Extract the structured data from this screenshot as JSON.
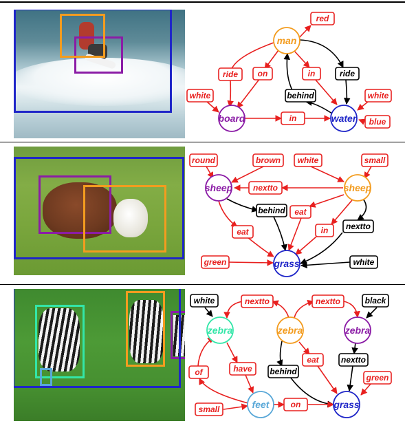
{
  "colors": {
    "red": "#e8201f",
    "orange": "#f39c1f",
    "purple": "#8b1ca6",
    "blue": "#1f26c8",
    "teal": "#33e6a8",
    "lightblue": "#5aa8d8",
    "black": "#000000"
  },
  "panels": [
    {
      "image_subject": "surfer on a board in ocean waves",
      "nodes": {
        "man": "man",
        "board": "board",
        "water": "water"
      },
      "attributes": {
        "red": "red",
        "white_board": "white",
        "white_water": "white",
        "blue": "blue"
      },
      "relations": {
        "ride1": "ride",
        "on": "on",
        "in1": "in",
        "ride2": "ride",
        "behind": "behind",
        "in2": "in"
      }
    },
    {
      "image_subject": "brown sheep and white sheep on grass",
      "nodes": {
        "sheep1": "sheep",
        "sheep2": "sheep",
        "grass": "grass"
      },
      "attributes": {
        "round": "round",
        "brown": "brown",
        "white": "white",
        "small": "small",
        "green": "green",
        "white_grass": "white"
      },
      "relations": {
        "nextto1": "nextto",
        "behind": "behind",
        "eat1": "eat",
        "eat2": "eat",
        "in": "in",
        "nextto2": "nextto"
      }
    },
    {
      "image_subject": "zebras grazing on grass",
      "nodes": {
        "zebra1": "zebra",
        "zebra2": "zebra",
        "zebra3": "zebra",
        "feet": "feet",
        "grass": "grass"
      },
      "attributes": {
        "white": "white",
        "black": "black",
        "green": "green",
        "small": "small"
      },
      "relations": {
        "nextto1": "nextto",
        "nextto2": "nextto",
        "have": "have",
        "of": "of",
        "eat": "eat",
        "behind": "behind",
        "nextto3": "nextto",
        "on": "on"
      }
    }
  ]
}
